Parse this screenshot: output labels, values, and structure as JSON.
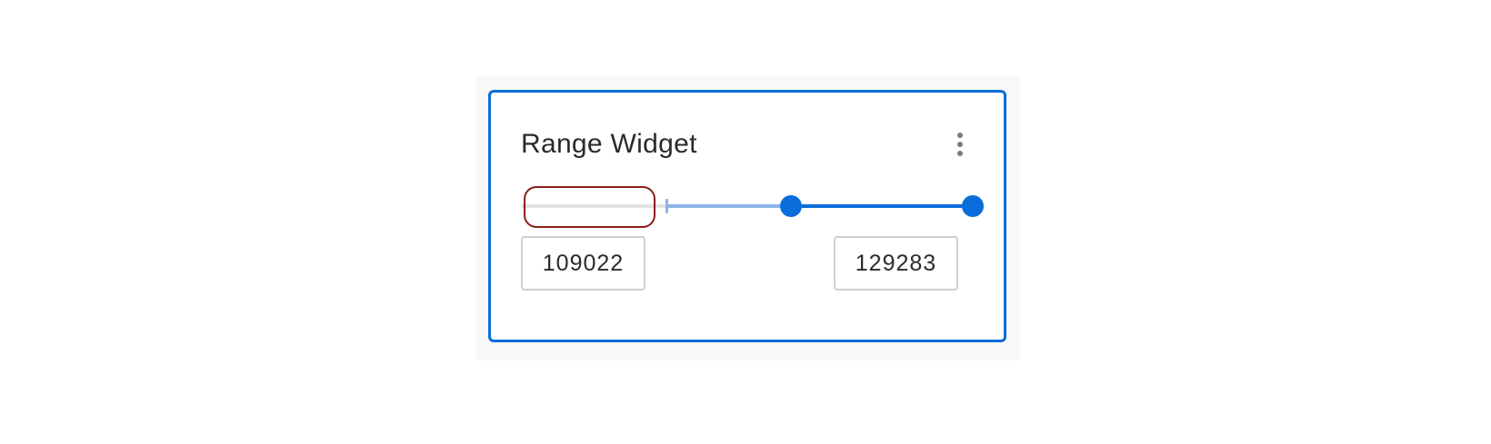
{
  "widget": {
    "title": "Range Widget",
    "menu_icon": "more-vertical-icon"
  },
  "slider": {
    "min_value": "109022",
    "max_value": "129283",
    "handle_min_fraction": 0.59,
    "handle_max_fraction": 0.99
  },
  "colors": {
    "accent": "#0a6ddb",
    "accent_light": "#8db4ea",
    "focus_ring": "#8b1f16",
    "rail": "#e2e2e2",
    "input_border": "#cfcfcf",
    "text": "#2b2b2b"
  }
}
